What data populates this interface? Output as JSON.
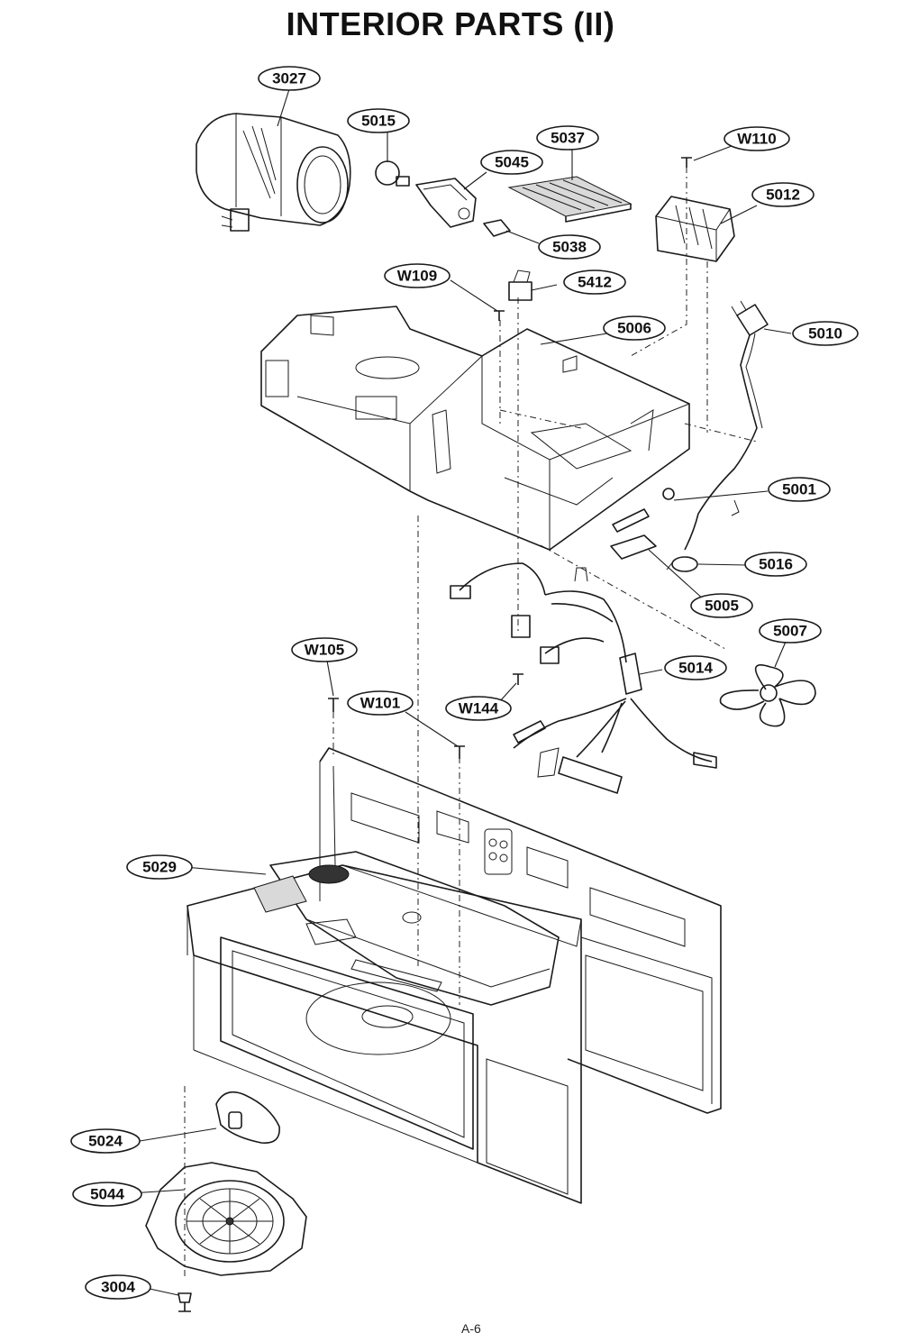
{
  "title": "INTERIOR PARTS (II)",
  "footer": "A-6",
  "callouts": [
    {
      "id": "c3027",
      "label": "3027"
    },
    {
      "id": "c5015",
      "label": "5015"
    },
    {
      "id": "c5037",
      "label": "5037"
    },
    {
      "id": "cW110",
      "label": "W110"
    },
    {
      "id": "c5045",
      "label": "5045"
    },
    {
      "id": "c5012",
      "label": "5012"
    },
    {
      "id": "c5038",
      "label": "5038"
    },
    {
      "id": "cW109",
      "label": "W109"
    },
    {
      "id": "c5412",
      "label": "5412"
    },
    {
      "id": "c5006",
      "label": "5006"
    },
    {
      "id": "c5010",
      "label": "5010"
    },
    {
      "id": "c5001",
      "label": "5001"
    },
    {
      "id": "c5016",
      "label": "5016"
    },
    {
      "id": "c5005",
      "label": "5005"
    },
    {
      "id": "c5007",
      "label": "5007"
    },
    {
      "id": "cW105",
      "label": "W105"
    },
    {
      "id": "c5014",
      "label": "5014"
    },
    {
      "id": "cW101",
      "label": "W101"
    },
    {
      "id": "cW144",
      "label": "W144"
    },
    {
      "id": "c5029",
      "label": "5029"
    },
    {
      "id": "c5024",
      "label": "5024"
    },
    {
      "id": "c5044",
      "label": "5044"
    },
    {
      "id": "c3004",
      "label": "3004"
    }
  ]
}
